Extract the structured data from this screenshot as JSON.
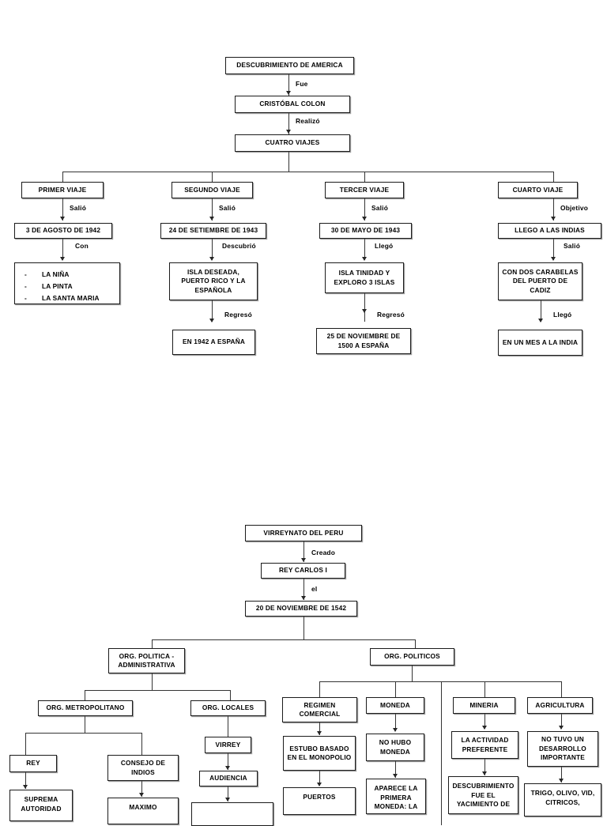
{
  "document": {
    "title": "Mapas Conceptuales - Descubrimiento de America / Virreynato del Peru",
    "page_background": "#ffffff",
    "line_color": "#343434",
    "text_color": "#000000"
  },
  "diagram1": {
    "name": "descubrimiento-de-america",
    "nodes": {
      "root": "DESCUBRIMIENTO DE AMERICA",
      "colon": "CRISTÓBAL COLON",
      "viajes": "CUATRO VIAJES",
      "viaje1": "PRIMER VIAJE",
      "viaje2": "SEGUNDO VIAJE",
      "viaje3": "TERCER VIAJE",
      "viaje4": "CUARTO VIAJE",
      "fecha1": "3 DE AGOSTO DE  1942",
      "fecha2": "24 DE SETIEMBRE DE 1943",
      "fecha3": "30 DE MAYO DE 1943",
      "fecha4": "LLEGO A LAS INDIAS",
      "naves": [
        "LA NIÑA",
        "LA PINTA",
        "LA SANTA MARIA"
      ],
      "naves_bullet": "-",
      "descubrio2": "ISLA DESEADA, PUERTO RICO Y LA ESPAÑOLA",
      "llego3": "ISLA TINIDAD Y EXPLORO 3 ISLAS",
      "salio4": "CON DOS CARABELAS DEL PUERTO DE CADIZ",
      "regreso2": "EN 1942 A ESPAÑA",
      "regreso3": "25 DE NOVIEMBRE DE 1500 A ESPAÑA",
      "llego4": "EN UN MES A LA INDIA"
    },
    "edge_labels": {
      "fue": "Fue",
      "realizo": "Realizó",
      "salio1": "Salió",
      "salio2": "Salió",
      "salio3": "Salió",
      "objetivo4": "Objetivo",
      "con1": "Con",
      "descubrio2": "Descubrió",
      "llego3": "Llegó",
      "salio4b": "Salió",
      "regreso2": "Regresó",
      "regreso3": "Regresó",
      "llego4b": "Llegó"
    }
  },
  "diagram2": {
    "name": "virreynato-del-peru",
    "nodes": {
      "root": "VIRREYNATO DEL PERU",
      "rey": "REY CARLOS I",
      "fecha": "20 DE NOVIEMBRE DE 1542",
      "orgPoliticaAdmin": "ORG. POLITICA - ADMINISTRATIVA",
      "orgPoliticos": "ORG. POLITICOS",
      "orgMetropolitano": "ORG. METROPOLITANO",
      "orgLocales": "ORG. LOCALES",
      "regimenComercial": "REGIMEN COMERCIAL",
      "moneda": "MONEDA",
      "mineria": "MINERIA",
      "agricultura": "AGRICULTURA",
      "reyNode": "REY",
      "consejoIndios": "CONSEJO DE INDIOS",
      "virrey": "VIRREY",
      "audiencia": "AUDIENCIA",
      "estuboMonopolio": "ESTUBO BASADO EN EL MONOPOLIO",
      "noHuboMoneda": "NO HUBO MONEDA",
      "actividadPreferente": "LA ACTIVIDAD PREFERENTE",
      "noDesarrollo": "NO TUVO UN DESARROLLO IMPORTANTE",
      "supremaAutoridad": "SUPREMA AUTORIDAD",
      "maximo": "MAXIMO",
      "puertos": "PUERTOS",
      "apareceMoneda": "APARECE LA PRIMERA MONEDA: LA",
      "descubrimientoYacimiento": "DESCUBRIMIENTO FUE EL YACIMIENTO DE",
      "cultivos": "TRIGO, OLIVO, VID, CITRICOS,"
    },
    "edge_labels": {
      "creado": "Creado",
      "el": "el"
    }
  }
}
